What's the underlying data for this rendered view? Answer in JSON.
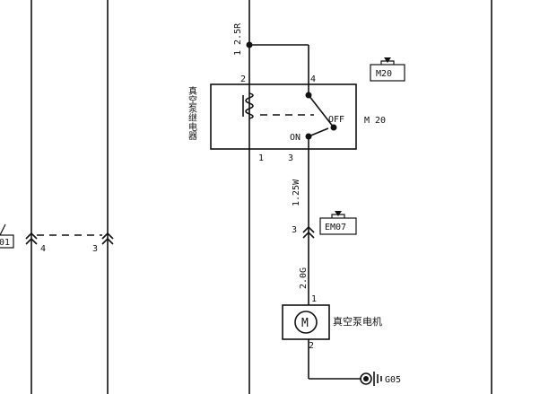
{
  "diagram": {
    "relay": {
      "name": "真空泵继电器",
      "ref": "M 20",
      "pins": [
        "1",
        "2",
        "3",
        "4"
      ],
      "switch_off": "OFF",
      "switch_on": "ON"
    },
    "wires": {
      "top": "1 2.5R",
      "middle": "1.25W",
      "bottom": "2.0G"
    },
    "connectors": {
      "m20": "M20",
      "em07": "EM07",
      "em07_pin": "3",
      "left_partial": "01",
      "left_pins": [
        "4",
        "3"
      ]
    },
    "motor": {
      "symbol": "M",
      "name": "真空泵电机",
      "pins": [
        "1",
        "2"
      ]
    },
    "ground": {
      "label": "G05"
    }
  }
}
